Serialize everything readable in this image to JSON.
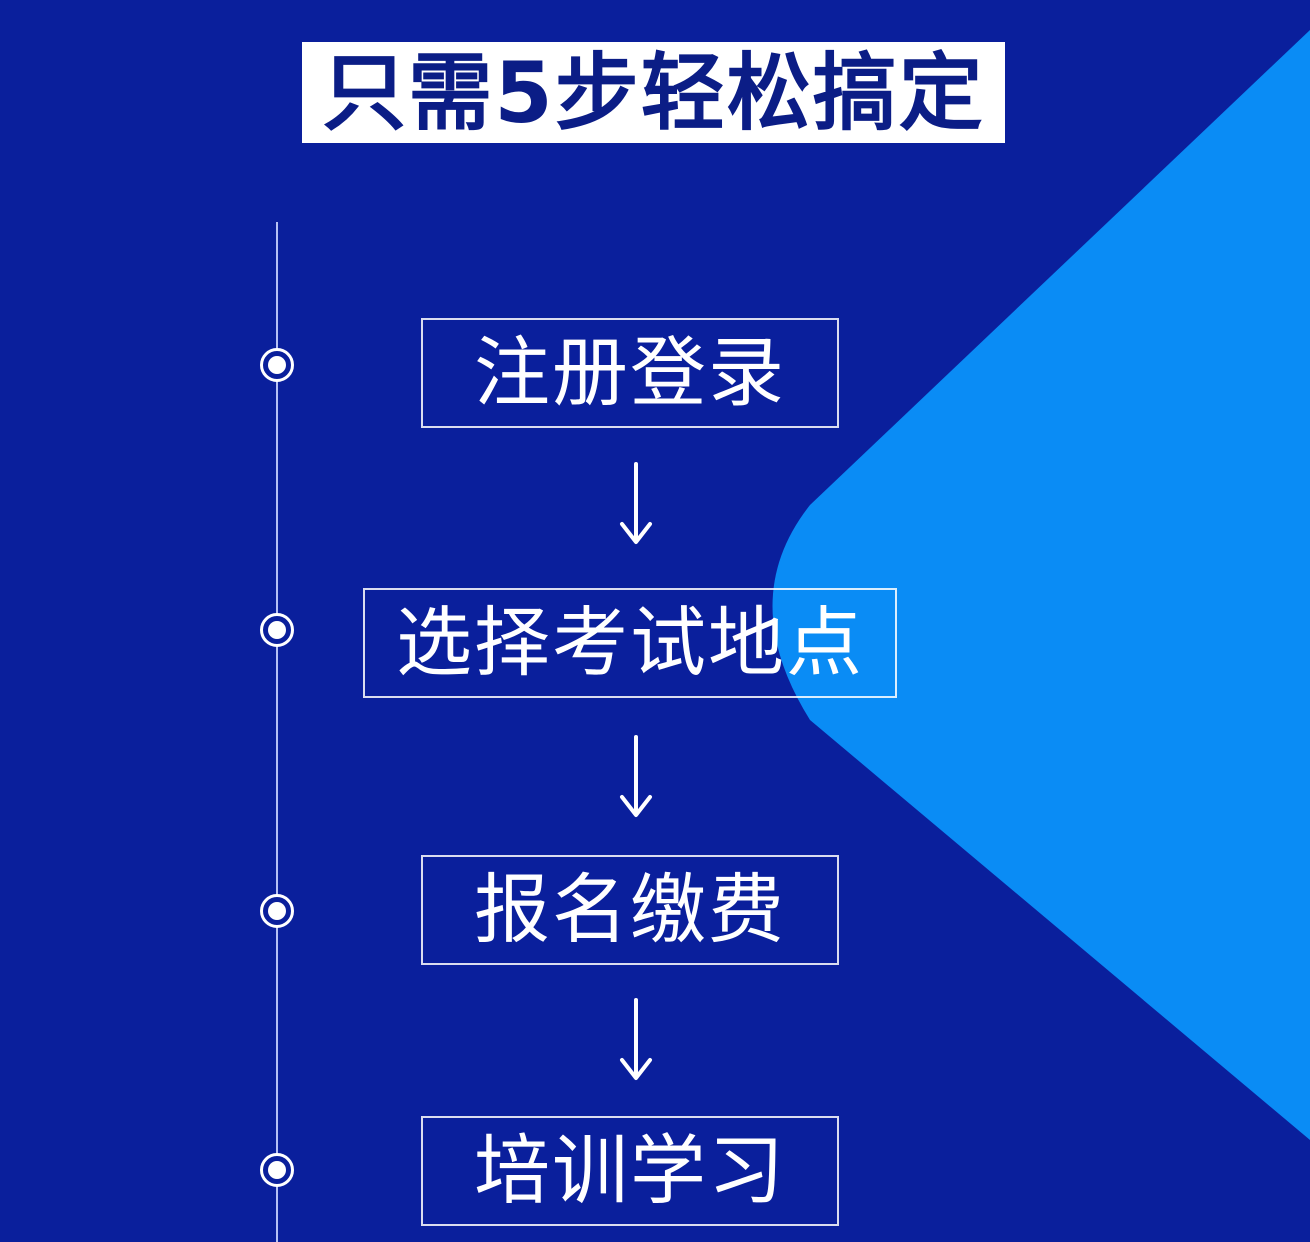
{
  "title": "只需5步轻松搞定",
  "colors": {
    "background": "#0a1f9c",
    "accent_shape": "#0a8cf5",
    "title_box": "#ffffff",
    "title_text": "#0b1d86",
    "step_text": "#ffffff"
  },
  "steps": [
    {
      "label": "注册登录"
    },
    {
      "label": "选择考试地点"
    },
    {
      "label": "报名缴费"
    },
    {
      "label": "培训学习"
    }
  ],
  "connector": "down-arrow-icon",
  "timeline_marker": "circle-dot-icon"
}
